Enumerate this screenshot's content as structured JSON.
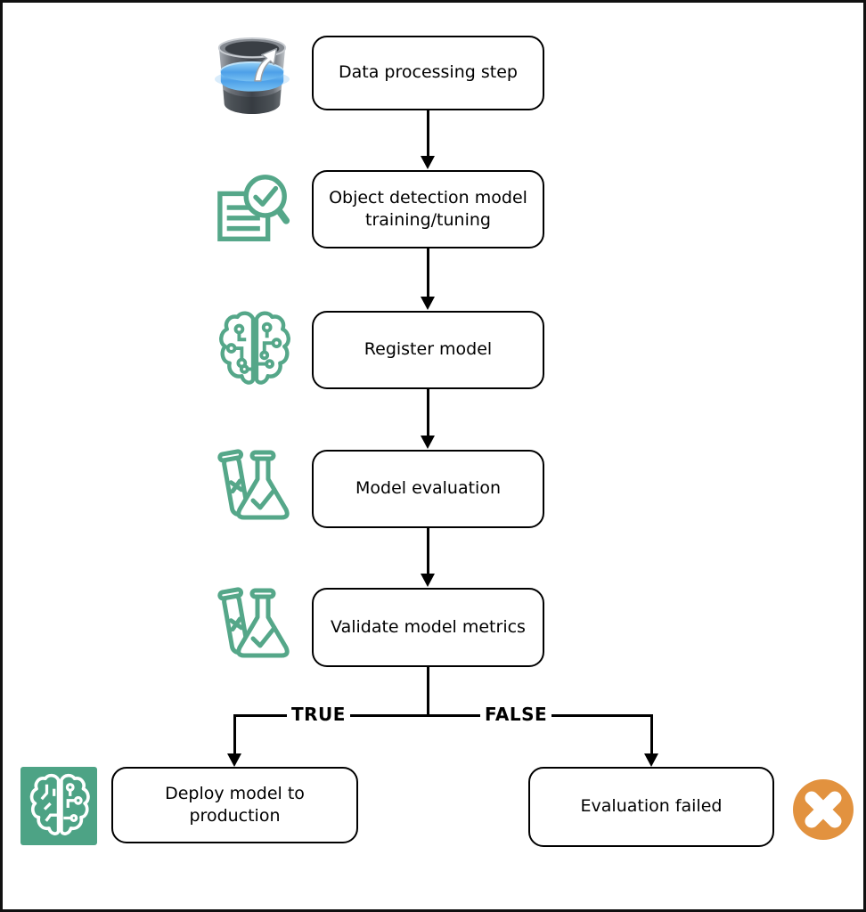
{
  "diagram": {
    "type": "flowchart",
    "nodes": {
      "data_processing": {
        "label": "Data processing step",
        "icon": "data-bucket-icon"
      },
      "training": {
        "label": "Object detection model training/tuning",
        "icon": "document-magnifier-check-icon"
      },
      "register": {
        "label": "Register model",
        "icon": "brain-circuit-icon"
      },
      "evaluation": {
        "label": "Model evaluation",
        "icon": "lab-flasks-icon"
      },
      "validate": {
        "label": "Validate model metrics",
        "icon": "lab-flasks-icon"
      },
      "deploy": {
        "label": "Deploy model to production",
        "icon": "brain-badge-icon"
      },
      "failed": {
        "label": "Evaluation failed",
        "icon": "error-x-icon"
      }
    },
    "branch_labels": {
      "true": "TRUE",
      "false": "FALSE"
    },
    "colors": {
      "icon_green": "#55a789",
      "badge_green": "#4da385",
      "error_orange": "#e2923f",
      "band_blue": "#4da0e8",
      "line_black": "#000000",
      "background": "#ffffff"
    }
  }
}
